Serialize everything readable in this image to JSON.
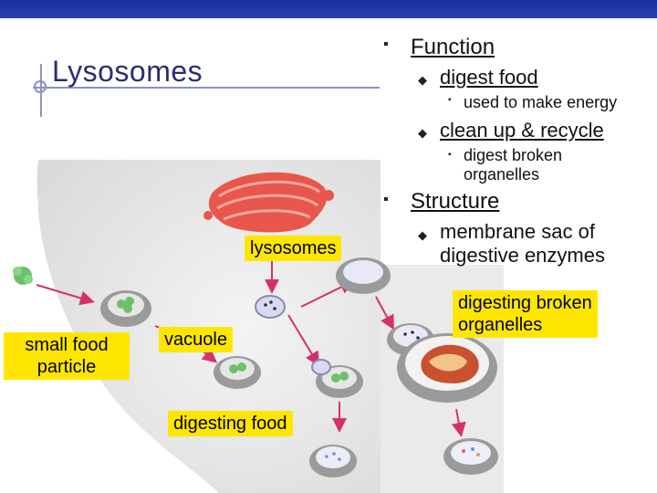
{
  "slide": {
    "title": "Lysosomes",
    "function_heading": "Function",
    "function_items": [
      {
        "label": "digest food",
        "sub": "used to make energy"
      },
      {
        "label": "clean up & recycle",
        "sub_line1": "digest broken",
        "sub_line2": "organelles"
      }
    ],
    "structure_heading": "Structure",
    "structure_item_line1": "membrane sac of",
    "structure_item_line2": "digestive enzymes"
  },
  "figure_labels": {
    "lysosomes": "lysosomes",
    "small_food_line1": "small food",
    "small_food_line2": "particle",
    "vacuole": "vacuole",
    "digesting_food": "digesting food",
    "digesting_broken_line1": "digesting broken",
    "digesting_broken_line2": "organelles"
  },
  "colors": {
    "topbar": "#1f35a6",
    "title": "#2b2b7a",
    "label_bg": "#ffe600",
    "golgi": "#e8574a",
    "arrow": "#d6306a"
  }
}
